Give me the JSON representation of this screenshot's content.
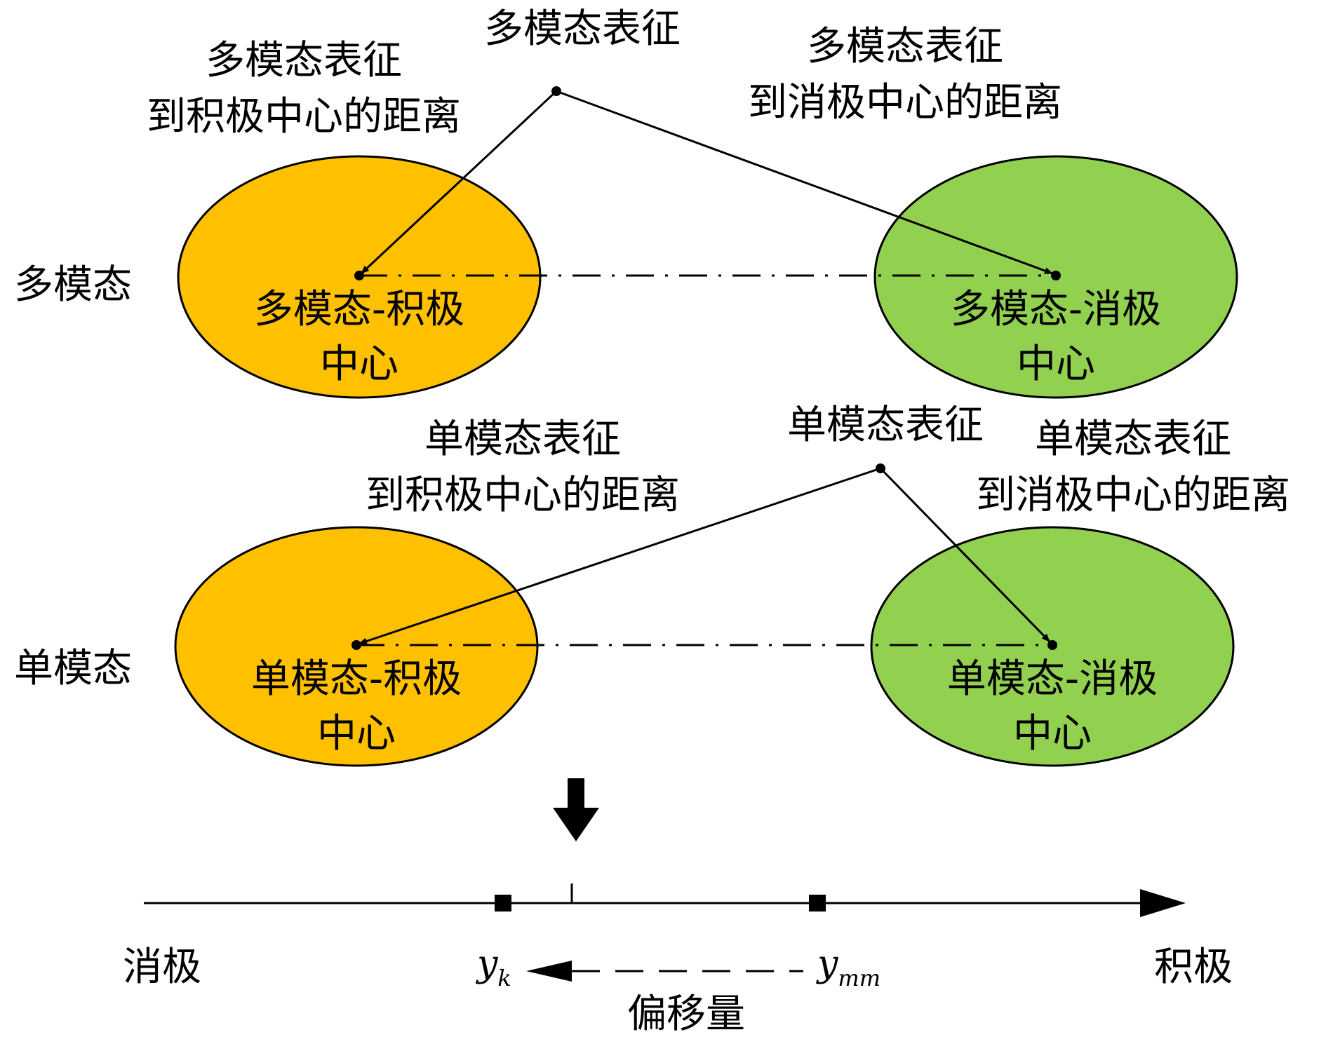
{
  "colors": {
    "positive_fill": "#FFC000",
    "negative_fill": "#92D050",
    "stroke": "#000000"
  },
  "multimodal": {
    "row_label": "多模态",
    "representation_label": "多模态表征",
    "dist_positive": [
      "多模态表征",
      "到积极中心的距离"
    ],
    "dist_negative": [
      "多模态表征",
      "到消极中心的距离"
    ],
    "positive_center": [
      "多模态-积极",
      "中心"
    ],
    "negative_center": [
      "多模态-消极",
      "中心"
    ]
  },
  "unimodal": {
    "row_label": "单模态",
    "representation_label": "单模态表征",
    "dist_positive": [
      "单模态表征",
      "到积极中心的距离"
    ],
    "dist_negative": [
      "单模态表征",
      "到消极中心的距离"
    ],
    "positive_center": [
      "单模态-积极",
      "中心"
    ],
    "negative_center": [
      "单模态-消极",
      "中心"
    ]
  },
  "axis": {
    "left_label": "消极",
    "right_label": "积极",
    "yk_base": "y",
    "yk_sub": "k",
    "ymm_base": "y",
    "ymm_sub": "mm",
    "offset_label": "偏移量"
  }
}
